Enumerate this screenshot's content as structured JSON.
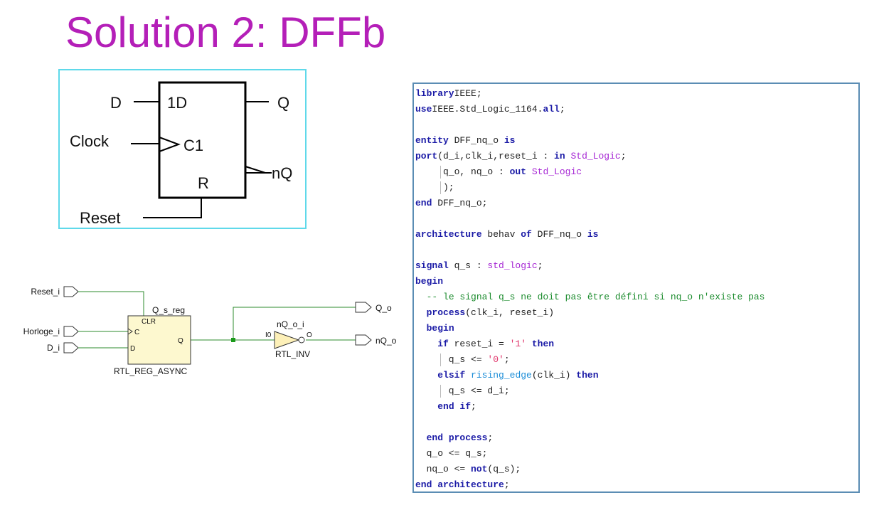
{
  "title": "Solution 2: DFFb",
  "symbol": {
    "pin_d": "D",
    "pin_1d": "1D",
    "pin_q": "Q",
    "pin_clock": "Clock",
    "pin_c1": "C1",
    "pin_nq": "nQ",
    "pin_r": "R",
    "pin_reset": "Reset"
  },
  "rtl": {
    "reset_port": "Reset_i",
    "clock_port": "Horloge_i",
    "d_port": "D_i",
    "reg_name": "Q_s_reg",
    "reg_clr": "CLR",
    "reg_c": "C",
    "reg_d": "D",
    "reg_q": "Q",
    "reg_type": "RTL_REG_ASYNC",
    "inv_name": "nQ_o_i",
    "inv_in": "I0",
    "inv_out": "O",
    "inv_type": "RTL_INV",
    "q_out": "Q_o",
    "nq_out": "nQ_o"
  },
  "code": {
    "lines": [
      [
        [
          "kw",
          "library"
        ],
        [
          "",
          "IEEE;"
        ]
      ],
      [
        [
          "kw",
          "use"
        ],
        [
          "",
          "IEEE.Std_Logic_1164."
        ],
        [
          "kw",
          "all"
        ],
        [
          "",
          ";"
        ]
      ],
      [
        [
          "",
          ""
        ]
      ],
      [
        [
          "kw",
          "entity"
        ],
        [
          "",
          " DFF_nq_o "
        ],
        [
          "kw",
          "is"
        ]
      ],
      [
        [
          "kw",
          "port"
        ],
        [
          "",
          "(d_i,clk_i,reset_i : "
        ],
        [
          "kw",
          "in"
        ],
        [
          "",
          " "
        ],
        [
          "ty",
          "Std_Logic"
        ],
        [
          "",
          ";"
        ]
      ],
      [
        [
          "",
          "     q_o, nq_o : "
        ],
        [
          "kw",
          "out"
        ],
        [
          "",
          " "
        ],
        [
          "ty",
          "Std_Logic"
        ]
      ],
      [
        [
          "",
          "     );"
        ]
      ],
      [
        [
          "kw",
          "end"
        ],
        [
          "",
          " DFF_nq_o;"
        ]
      ],
      [
        [
          "",
          ""
        ]
      ],
      [
        [
          "kw",
          "architecture"
        ],
        [
          "",
          " behav "
        ],
        [
          "kw",
          "of"
        ],
        [
          "",
          " DFF_nq_o "
        ],
        [
          "kw",
          "is"
        ]
      ],
      [
        [
          "",
          ""
        ]
      ],
      [
        [
          "kw",
          "signal"
        ],
        [
          "",
          " q_s : "
        ],
        [
          "ty",
          "std_logic"
        ],
        [
          "",
          ";"
        ]
      ],
      [
        [
          "kw",
          "begin"
        ]
      ],
      [
        [
          "",
          "  "
        ],
        [
          "cm",
          "-- le signal q_s ne doit pas être défini si nq_o n'existe pas"
        ]
      ],
      [
        [
          "",
          "  "
        ],
        [
          "kw",
          "process"
        ],
        [
          "",
          "(clk_i, reset_i)"
        ]
      ],
      [
        [
          "",
          "  "
        ],
        [
          "kw",
          "begin"
        ]
      ],
      [
        [
          "",
          "    "
        ],
        [
          "kw",
          "if"
        ],
        [
          "",
          " reset_i = "
        ],
        [
          "st",
          "'1'"
        ],
        [
          "",
          " "
        ],
        [
          "kw",
          "then"
        ]
      ],
      [
        [
          "",
          "      q_s <= "
        ],
        [
          "st",
          "'0'"
        ],
        [
          "",
          ";"
        ]
      ],
      [
        [
          "",
          "    "
        ],
        [
          "kw",
          "elsif"
        ],
        [
          "",
          " "
        ],
        [
          "fn",
          "rising_edge"
        ],
        [
          "",
          "(clk_i) "
        ],
        [
          "kw",
          "then"
        ]
      ],
      [
        [
          "",
          "      q_s <= d_i;"
        ]
      ],
      [
        [
          "",
          "    "
        ],
        [
          "kw",
          "end if"
        ],
        [
          "",
          ";"
        ]
      ],
      [
        [
          "",
          ""
        ]
      ],
      [
        [
          "",
          "  "
        ],
        [
          "kw",
          "end process"
        ],
        [
          "",
          ";"
        ]
      ],
      [
        [
          "",
          "  q_o <= q_s;"
        ]
      ],
      [
        [
          "",
          "  nq_o <= "
        ],
        [
          "kw",
          "not"
        ],
        [
          "",
          "(q_s);"
        ]
      ],
      [
        [
          "kw",
          "end architecture"
        ],
        [
          "",
          ";"
        ]
      ]
    ]
  }
}
